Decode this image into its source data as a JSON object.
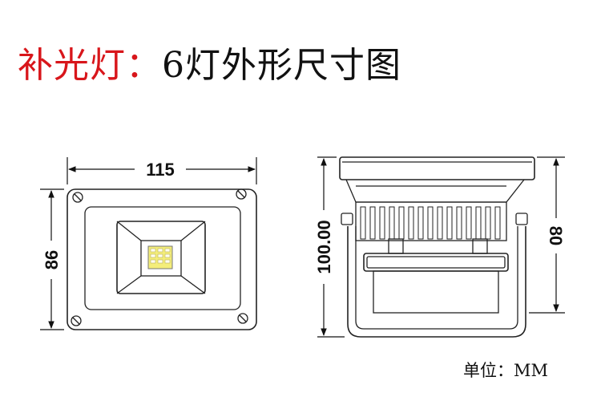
{
  "title": {
    "prefix": "补光灯：",
    "main": "6灯外形尺寸图",
    "prefix_color": "#d8161b"
  },
  "dimensions": {
    "front_width": "115",
    "front_height": "86",
    "side_total_height": "100.00",
    "side_body_height": "80"
  },
  "unit_label": "单位：MM"
}
